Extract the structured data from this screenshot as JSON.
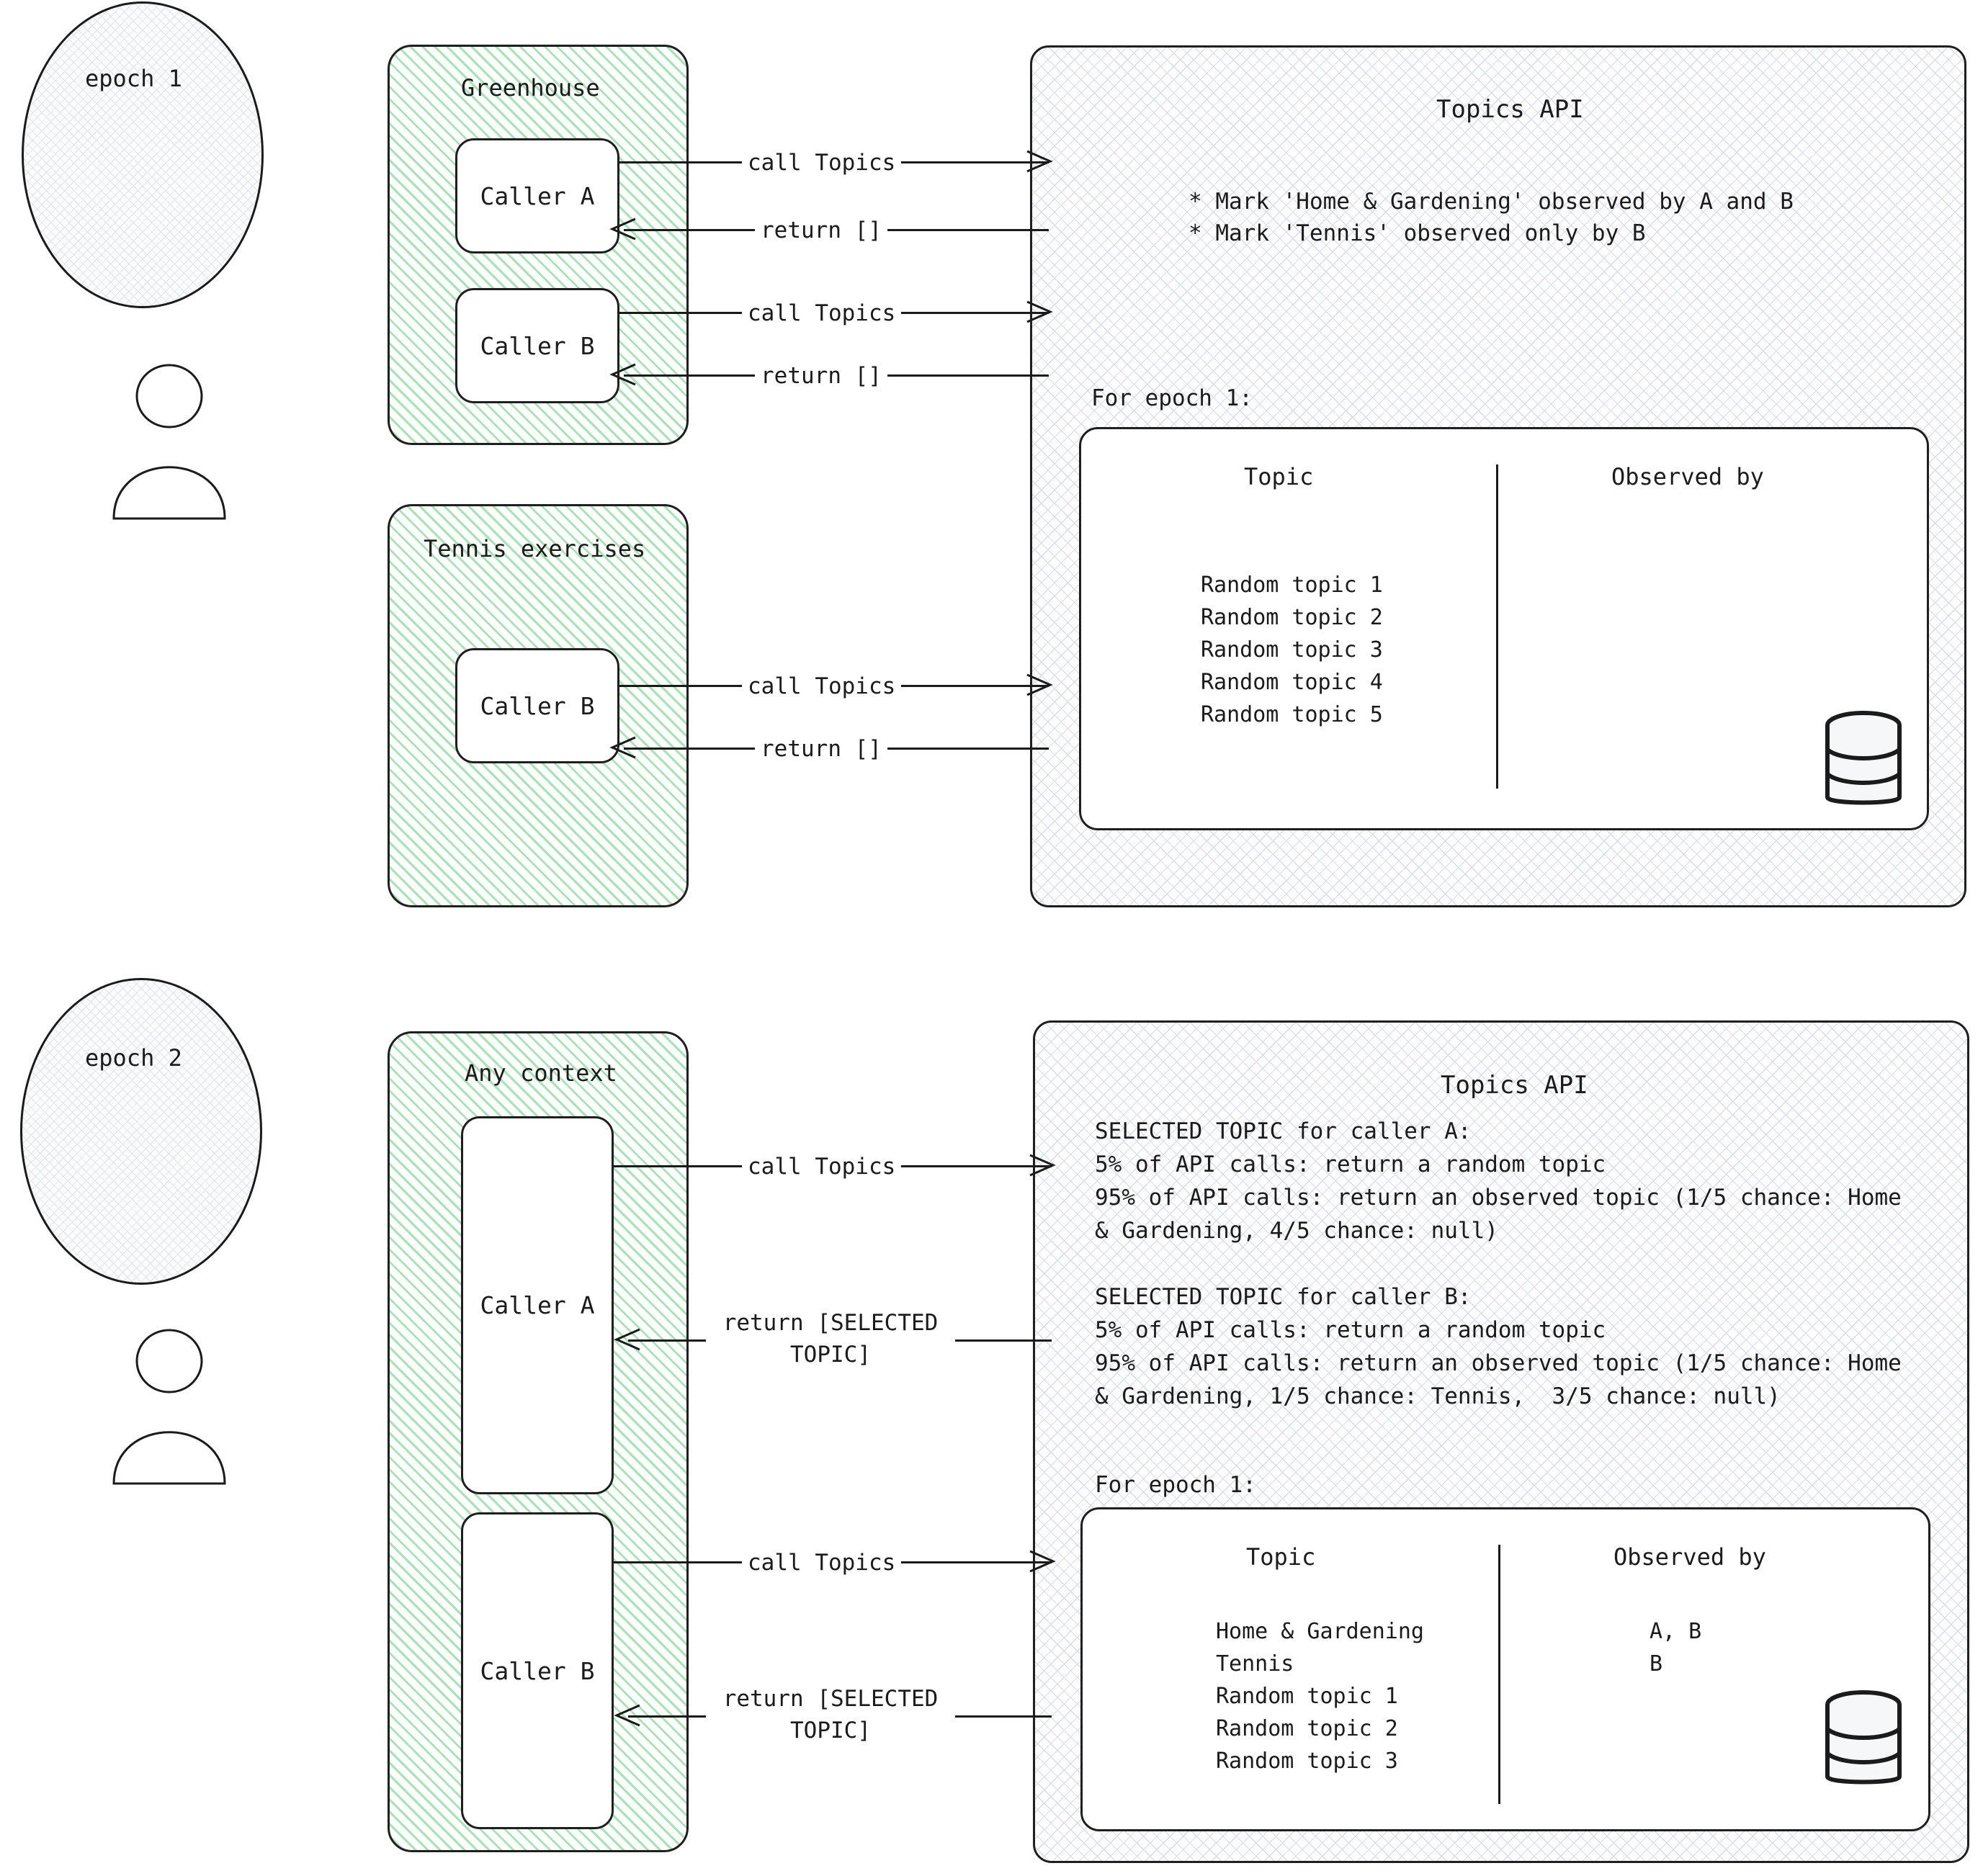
{
  "diagram": {
    "title": "Topics API epoch flow",
    "colors": {
      "ink": "#1b1b1b",
      "green_hatch": "#a8e3b4",
      "grid_hatch": "#d9dde6",
      "paper": "#ffffff"
    }
  },
  "epoch1": {
    "epoch_label": "epoch 1",
    "actor_icon": "person-icon",
    "groups": [
      {
        "title": "Greenhouse",
        "callers": [
          {
            "label": "Caller A",
            "call_label": "call Topics",
            "return_label": "return []"
          },
          {
            "label": "Caller B",
            "call_label": "call Topics",
            "return_label": "return []"
          }
        ]
      },
      {
        "title": "Tennis exercises",
        "callers": [
          {
            "label": "Caller B",
            "call_label": "call Topics",
            "return_label": "return []"
          }
        ]
      }
    ],
    "api": {
      "title": "Topics API",
      "bullets": [
        "* Mark 'Home & Gardening' observed by A and B",
        "* Mark 'Tennis' observed only by B"
      ],
      "table_caption": "For epoch 1:",
      "db_icon": "database-icon",
      "table": {
        "columns": [
          "Topic",
          "Observed by"
        ],
        "rows": [
          {
            "topic": "Random topic 1",
            "observed_by": ""
          },
          {
            "topic": "Random topic 2",
            "observed_by": ""
          },
          {
            "topic": "Random topic 3",
            "observed_by": ""
          },
          {
            "topic": "Random topic 4",
            "observed_by": ""
          },
          {
            "topic": "Random topic 5",
            "observed_by": ""
          }
        ]
      }
    }
  },
  "epoch2": {
    "epoch_label": "epoch 2",
    "actor_icon": "person-icon",
    "groups": [
      {
        "title": "Any context",
        "callers": [
          {
            "label": "Caller A",
            "call_label": "call Topics",
            "return_label": "return [SELECTED\nTOPIC]"
          },
          {
            "label": "Caller B",
            "call_label": "call Topics",
            "return_label": "return [SELECTED\nTOPIC]"
          }
        ]
      }
    ],
    "api": {
      "title": "Topics API",
      "paragraphs": [
        "SELECTED TOPIC for caller A:",
        "5% of API calls: return a random topic",
        "95% of API calls: return an observed topic (1/5 chance: Home",
        "& Gardening, 4/5 chance: null)",
        "",
        "SELECTED TOPIC for caller B:",
        "5% of API calls: return a random topic",
        "95% of API calls: return an observed topic (1/5 chance: Home",
        "& Gardening, 1/5 chance: Tennis,  3/5 chance: null)"
      ],
      "table_caption": "For epoch 1:",
      "db_icon": "database-icon",
      "table": {
        "columns": [
          "Topic",
          "Observed by"
        ],
        "rows": [
          {
            "topic": "Home & Gardening",
            "observed_by": "A, B"
          },
          {
            "topic": "Tennis",
            "observed_by": "B"
          },
          {
            "topic": "Random topic 1",
            "observed_by": ""
          },
          {
            "topic": "Random topic 2",
            "observed_by": ""
          },
          {
            "topic": "Random topic 3",
            "observed_by": ""
          }
        ]
      }
    }
  }
}
